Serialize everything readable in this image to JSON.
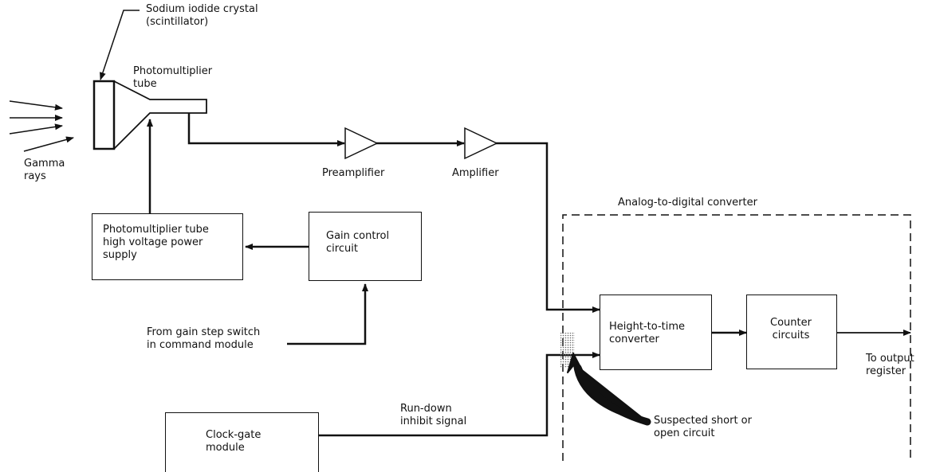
{
  "labels": {
    "crystal": [
      "Sodium iodide crystal",
      "(scintillator)"
    ],
    "pmt_tube": [
      "Photomultiplier",
      "tube"
    ],
    "gamma": [
      "Gamma",
      "rays"
    ],
    "preamplifier": "Preamplifier",
    "amplifier": "Amplifier",
    "adc": "Analog-to-digital converter",
    "gain_switch": [
      "From gain step switch",
      "in command module"
    ],
    "rundown": [
      "Run-down",
      "inhibit signal"
    ],
    "output": [
      "To output",
      "register"
    ],
    "suspected": [
      "Suspected short or",
      "open circuit"
    ]
  },
  "boxes": {
    "power_supply": [
      "Photomultiplier tube",
      "high voltage power",
      "supply"
    ],
    "gain_control": [
      "Gain control",
      "circuit"
    ],
    "height_time": [
      "Height-to-time",
      "converter"
    ],
    "counter": [
      "Counter",
      "circuits"
    ],
    "clock_gate": [
      "Clock-gate",
      "module"
    ]
  }
}
